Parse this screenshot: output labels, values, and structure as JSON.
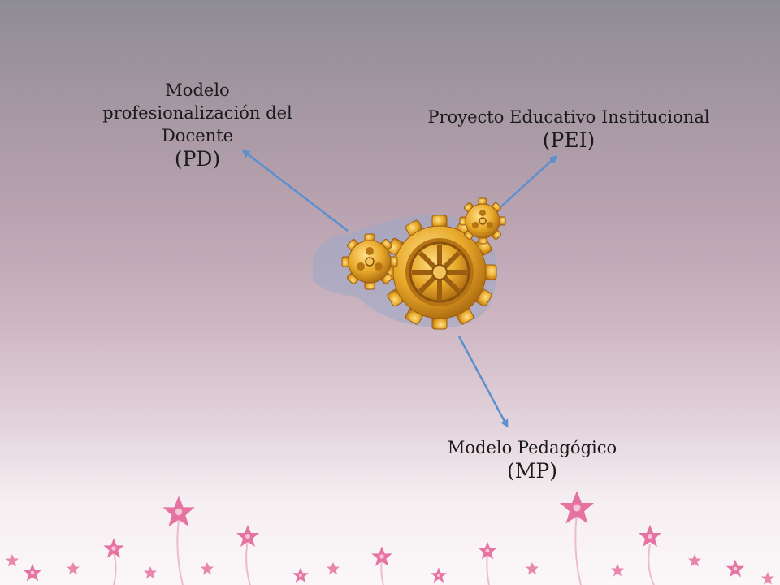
{
  "diagram": {
    "nodes": [
      {
        "id": "pd",
        "name_lines": [
          "Modelo",
          "profesionalización del",
          "Docente"
        ],
        "abbr": "(PD)"
      },
      {
        "id": "pei",
        "name_lines": [
          "Proyecto Educativo Institucional"
        ],
        "abbr": "(PEI)"
      },
      {
        "id": "mp",
        "name_lines": [
          "Modelo Pedagógico"
        ],
        "abbr": "(MP)"
      }
    ],
    "center_icon": "gears-icon",
    "arrow_color": "#5b8fd0",
    "gear_color": "#e8a92a",
    "flower_color": "#e4669a"
  }
}
